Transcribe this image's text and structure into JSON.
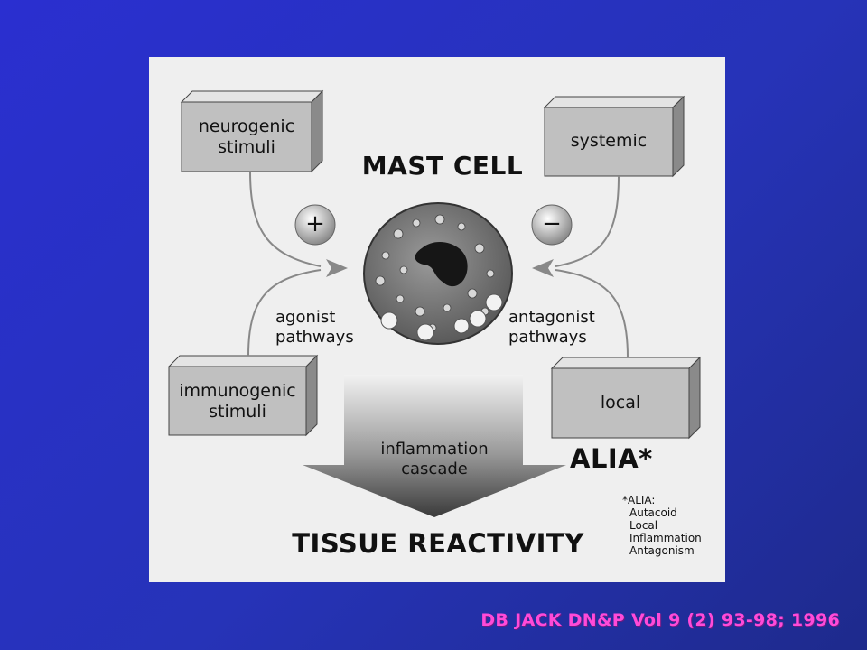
{
  "diagram": {
    "title": "MAST CELL",
    "bottom_title": "TISSUE REACTIVITY",
    "boxes": {
      "neurogenic": "neurogenic\nstimuli",
      "systemic": "systemic",
      "immunogenic": "immunogenic\nstimuli",
      "local": "local"
    },
    "signs": {
      "plus": "+",
      "minus": "−"
    },
    "agonist": "agonist\npathways",
    "antagonist": "antagonist\npathways",
    "cascade": "inflammation\ncascade",
    "alia": "ALIA*",
    "note_title": "*ALIA:",
    "note_lines": [
      "Autacoid",
      "Local",
      "Inflammation",
      "Antagonism"
    ]
  },
  "citation": "DB JACK  DN&P Vol  9 (2) 93-98; 1996",
  "colors": {
    "background": "#2a2fd0",
    "figure_bg": "#efefef",
    "box_front": "#c0c0c0",
    "citation": "#ff4ad8"
  }
}
